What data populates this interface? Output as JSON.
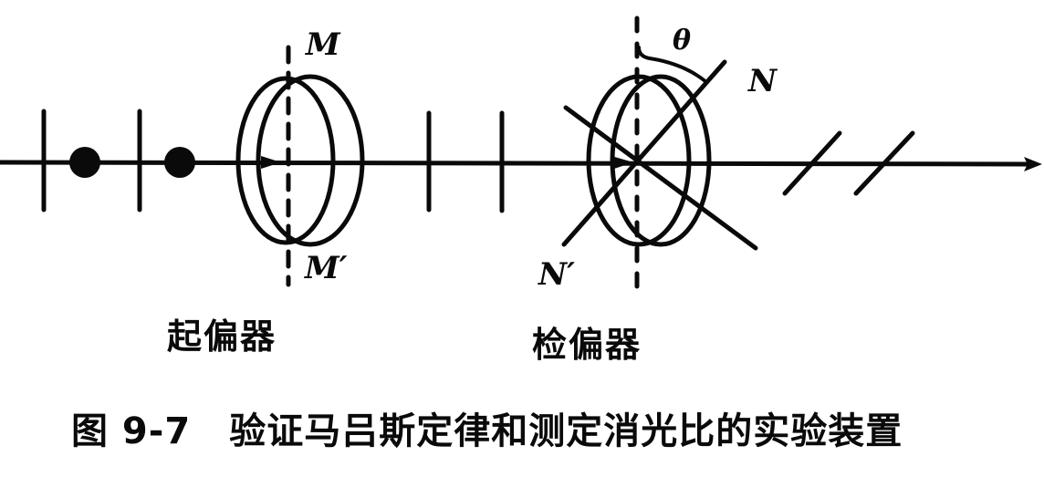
{
  "diagram": {
    "title": "验证马吕斯定律和测定消光比的实验装置",
    "figure_number": "图 9-7",
    "colors": {
      "ink": "#0a0a0a",
      "background": "#ffffff"
    },
    "labels": {
      "polarizer_axis_top": "M",
      "polarizer_axis_bottom": "M′",
      "analyzer_axis_top": "N",
      "analyzer_axis_bottom": "N′",
      "angle": "θ"
    },
    "devices": {
      "polarizer": "起偏器",
      "analyzer": "检偏器"
    },
    "light_states": [
      {
        "segment": "before-polarizer",
        "symbol": "natural light (dots and vertical bars)"
      },
      {
        "segment": "between-polarizer-analyzer",
        "symbol": "linearly polarized (vertical bars)"
      },
      {
        "segment": "after-analyzer",
        "symbol": "linearly polarized at angle θ (slanted bars)"
      }
    ]
  }
}
